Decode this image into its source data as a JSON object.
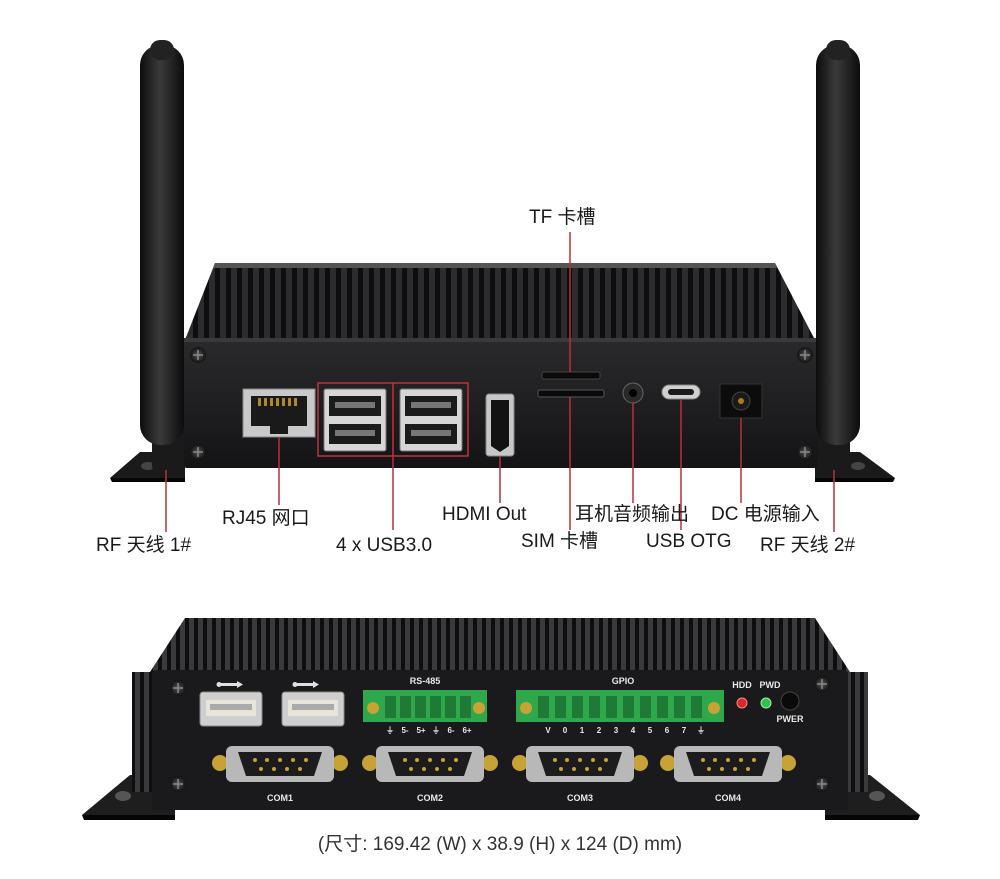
{
  "front_labels": {
    "tf_slot": "TF 卡槽",
    "rf1": "RF 天线 1#",
    "rj45": "RJ45 网口",
    "usb3": "4 x USB3.0",
    "hdmi": "HDMI Out",
    "sim": "SIM 卡槽",
    "audio": "耳机音频输出",
    "usb_otg": "USB OTG",
    "dc": "DC 电源输入",
    "rf2": "RF 天线 2#"
  },
  "rear_silkscreen": {
    "rs485": "RS-485",
    "rs485_pins": [
      "⏚",
      "5-",
      "5+",
      "⏚",
      "6-",
      "6+"
    ],
    "gpio": "GPIO",
    "gpio_pins": [
      "V",
      "0",
      "1",
      "2",
      "3",
      "4",
      "5",
      "6",
      "7",
      "⏚"
    ],
    "hdd": "HDD",
    "pwd": "PWD",
    "power": "PWER",
    "com_ports": [
      "COM1",
      "COM2",
      "COM3",
      "COM4"
    ]
  },
  "caption": "(尺寸: 169.42 (W) x 38.9 (H) x 124 (D) mm)",
  "colors": {
    "chassis": "#1c1c1e",
    "highlight_box": "#c0333a",
    "leader_line": "#b8303a",
    "terminal_green": "#2ea84a"
  }
}
